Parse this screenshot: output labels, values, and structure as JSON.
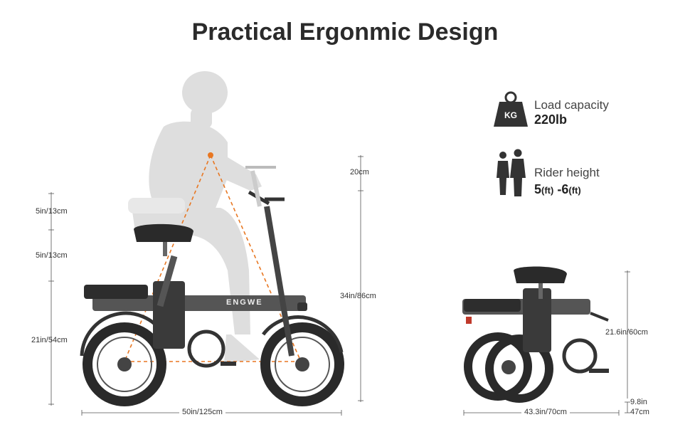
{
  "title": "Practical Ergonmic Design",
  "specs": {
    "load": {
      "label": "Load capacity",
      "value": "220lb",
      "icon": "weight-kg-icon",
      "icon_text": "KG"
    },
    "rider": {
      "label": "Rider height",
      "value_min": "5",
      "unit_min": "(ft)",
      "sep": " -",
      "value_max": "6",
      "unit_max": "(ft)",
      "icon": "people-icon"
    }
  },
  "dimensions": {
    "seat_adjust_top": "5in/13cm",
    "seat_adjust_bottom": "5in/13cm",
    "seat_height": "21in/54cm",
    "handlebar_adjust": "20cm",
    "overall_height": "34in/86cm",
    "overall_length": "50in/125cm",
    "folded_height": "21.6in/60cm",
    "folded_length": "43.3in/70cm",
    "folded_width_in": "9.8in",
    "folded_width_cm": "47cm"
  },
  "brand": "ENGWE",
  "colors": {
    "accent": "#e87722",
    "frame": "#4a4a4a",
    "tire": "#2a2a2a",
    "rider": "#dcdcdc"
  }
}
